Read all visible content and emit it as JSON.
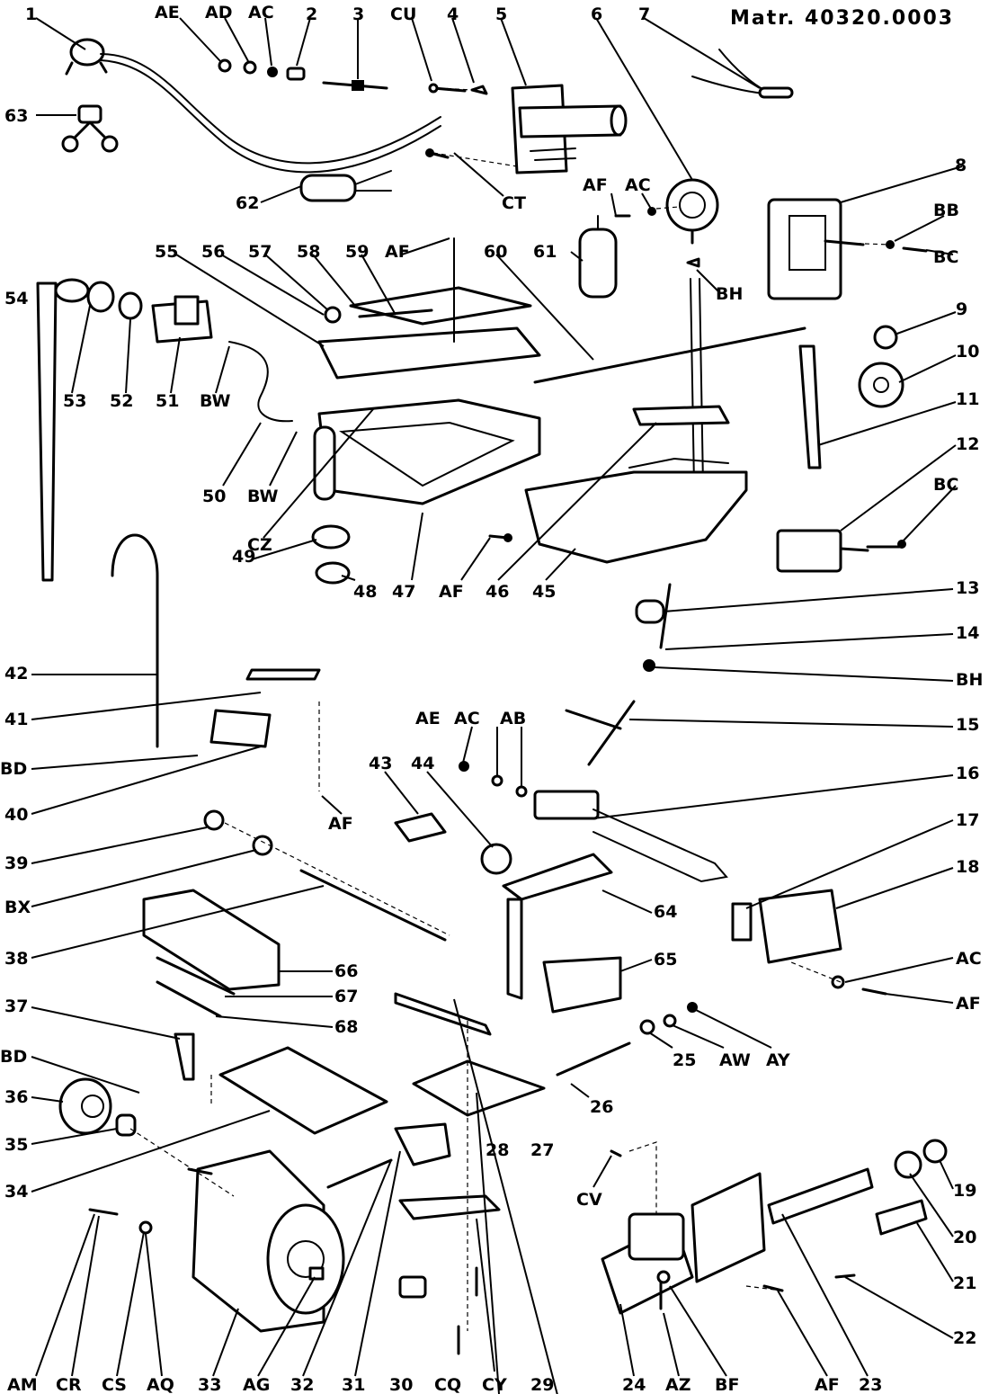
{
  "title": "Matr. 40320.0003",
  "labels": {
    "1": "1",
    "2": "2",
    "3": "3",
    "4": "4",
    "5": "5",
    "6": "6",
    "7": "7",
    "8": "8",
    "9": "9",
    "10": "10",
    "11": "11",
    "12": "12",
    "13": "13",
    "14": "14",
    "15": "15",
    "16": "16",
    "17": "17",
    "18": "18",
    "19": "19",
    "20": "20",
    "21": "21",
    "22": "22",
    "23": "23",
    "24": "24",
    "25": "25",
    "26": "26",
    "27": "27",
    "28": "28",
    "29": "29",
    "30": "30",
    "31": "31",
    "32": "32",
    "33": "33",
    "34": "34",
    "35": "35",
    "36": "36",
    "37": "37",
    "38": "38",
    "39": "39",
    "40": "40",
    "41": "41",
    "42": "42",
    "43": "43",
    "44": "44",
    "45": "45",
    "46": "46",
    "47": "47",
    "48": "48",
    "49": "49",
    "50": "50",
    "51": "51",
    "52": "52",
    "53": "53",
    "54": "54",
    "55": "55",
    "56": "56",
    "57": "57",
    "58": "58",
    "59": "59",
    "60": "60",
    "61": "61",
    "62": "62",
    "63": "63",
    "64": "64",
    "65": "65",
    "66": "66",
    "67": "67",
    "68": "68",
    "AB": "AB",
    "AC": "AC",
    "AD": "AD",
    "AE": "AE",
    "AF": "AF",
    "AG": "AG",
    "AM": "AM",
    "AQ": "AQ",
    "AW": "AW",
    "AY": "AY",
    "AZ": "AZ",
    "BB": "BB",
    "BC": "BC",
    "BD": "BD",
    "BF": "BF",
    "BH": "BH",
    "BW": "BW",
    "BX": "BX",
    "CQ": "CQ",
    "CR": "CR",
    "CS": "CS",
    "CT": "CT",
    "CU": "CU",
    "CV": "CV",
    "CY": "CY",
    "CZ": "CZ"
  }
}
